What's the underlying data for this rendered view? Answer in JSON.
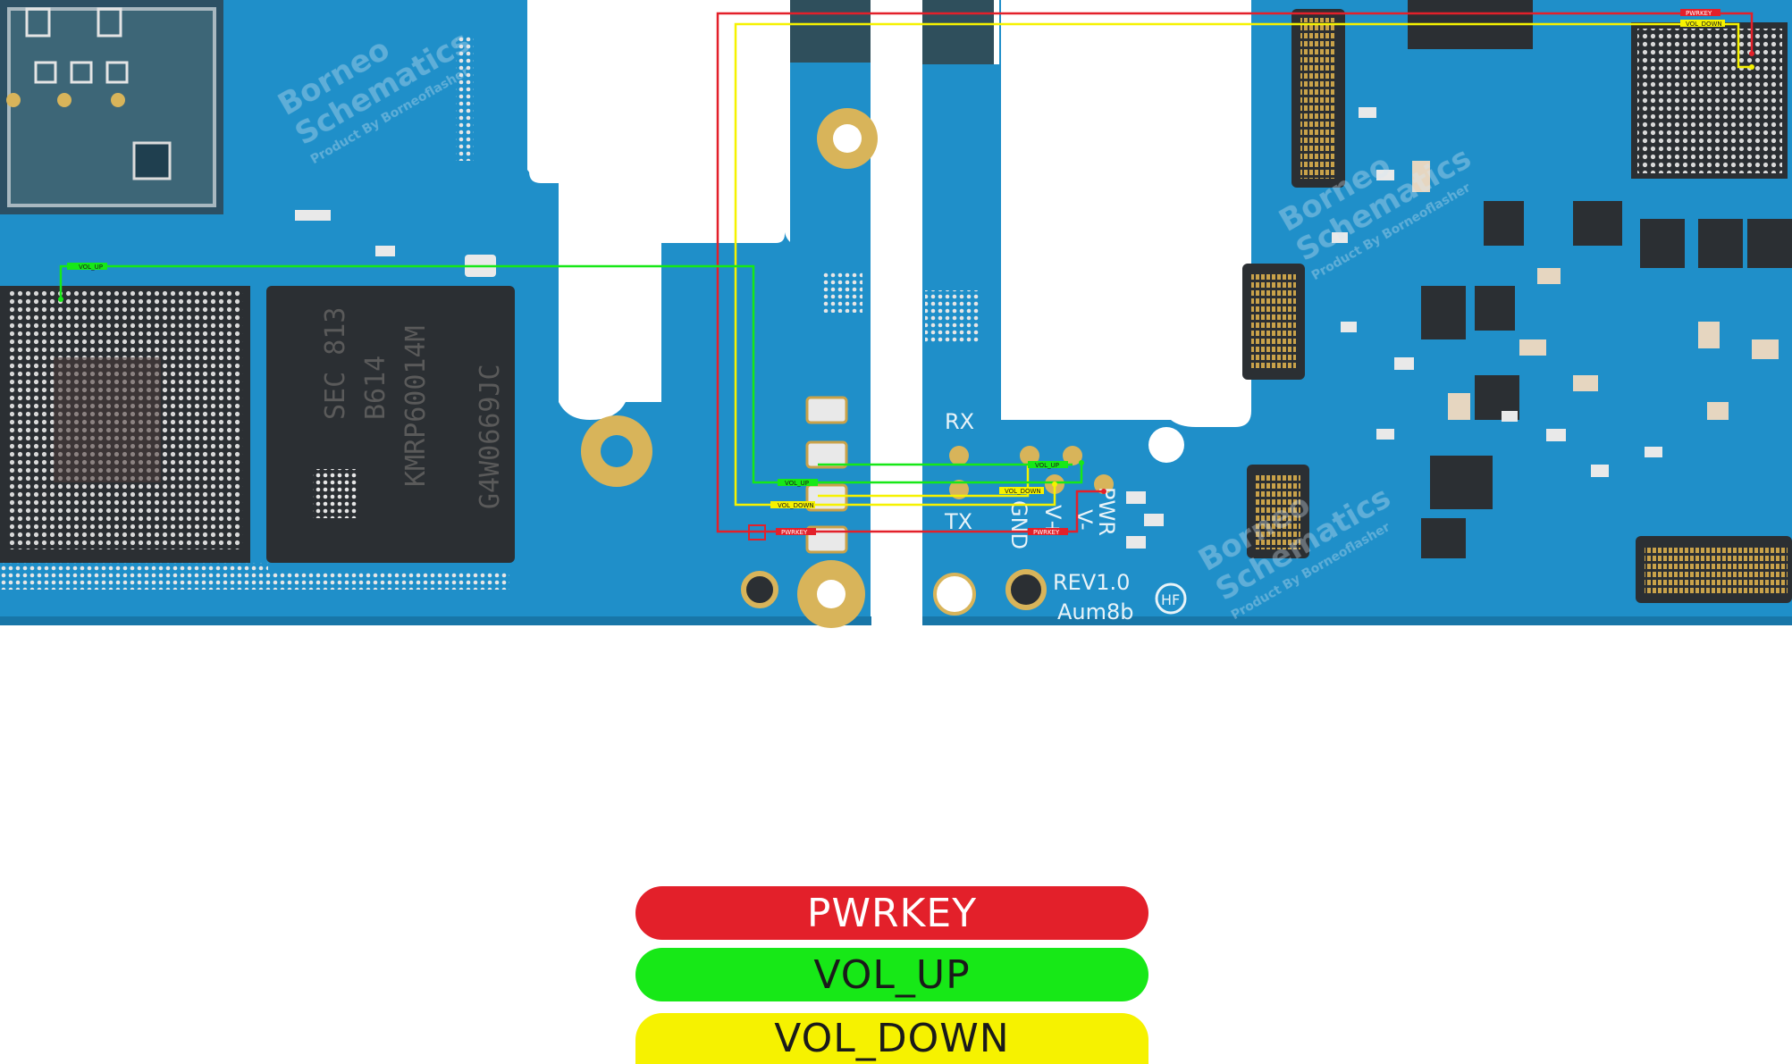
{
  "colors": {
    "board": "#1f8fc9",
    "board_dark": "#1876a8",
    "pwrkey": "#e3202a",
    "vol_up": "#17e817",
    "vol_down": "#f6f200",
    "pad_gold": "#d8b45a",
    "chip": "#2b2f33",
    "background": "#ffffff"
  },
  "legend": {
    "pwrkey": "PWRKEY",
    "vol_up": "VOL_UP",
    "vol_down": "VOL_DOWN"
  },
  "silkscreen": {
    "rx": "RX",
    "tx": "TX",
    "gnd": "GND",
    "v_plus": "V+",
    "v_minus": "V-",
    "pwr": "PWR",
    "rev": "REV1.0",
    "model": "Aum8b",
    "hf": "HF"
  },
  "chip_markings": {
    "line1": "SEC 813",
    "line2": "B614",
    "line3": "KMRP60014M",
    "line4": "G4W0669JC"
  },
  "trace_tags": {
    "vol_up": "VOL_UP",
    "vol_down": "VOL_DOWN",
    "pwrkey": "PWRKEY"
  },
  "watermark": {
    "line1": "Borneo",
    "line2": "Schematics",
    "line3": "Product By Borneoflasher"
  }
}
